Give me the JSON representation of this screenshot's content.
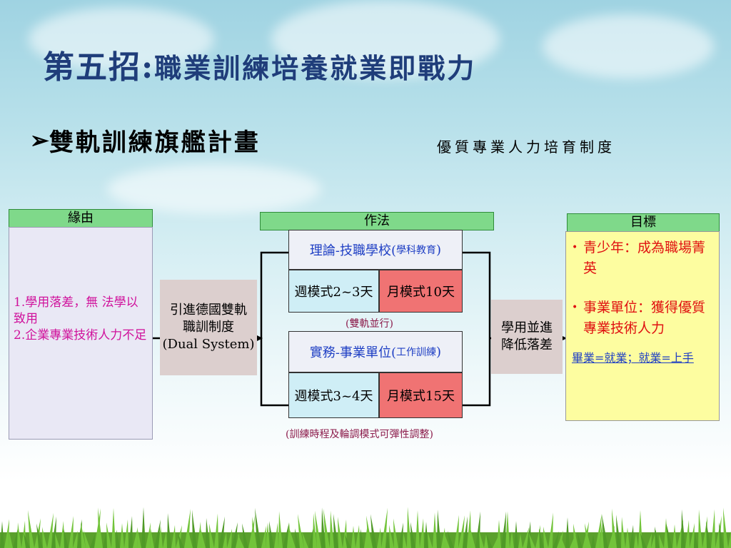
{
  "slide": {
    "title_prefix": "第五招:",
    "title_main": "職業訓練培養就業即戰力",
    "subtitle": "雙軌訓練旗艦計畫",
    "tagline": "優質專業人力培育制度"
  },
  "reason": {
    "header": "緣由",
    "line1": "1.學用落差，無 法學以致用",
    "line2": "2.企業專業技術人力不足"
  },
  "intro": {
    "line1": "引進德國雙軌",
    "line2": "職訓制度",
    "line3": "(Dual System)"
  },
  "method": {
    "header": "作法",
    "theory_label": "理論-技職學校(",
    "theory_small": "學科教育",
    "theory_close": ")",
    "theory_week": "週模式2~3天",
    "theory_month": "月模式10天",
    "parallel_note": "(雙軌並行)",
    "practice_label": "實務-事業單位(",
    "practice_small": "工作訓練",
    "practice_close": ")",
    "practice_week": "週模式3~4天",
    "practice_month": "月模式15天",
    "flex_note": "(訓練時程及輪調模式可彈性調整)"
  },
  "reduce": {
    "line1": "學用並進",
    "line2": "降低落差"
  },
  "goal": {
    "header": "目標",
    "item1": "青少年：成為職場菁英",
    "item2": "事業單位：獲得優質專業技術人力",
    "bottom": "畢業=就業；就業=上手",
    "bullet": "•"
  },
  "icons": {
    "bullet": "➢"
  },
  "colors": {
    "title": "#1f3d7a",
    "header_green": "#7fd98a",
    "reason_text": "#d0129c",
    "blue_text": "#1f3fc4",
    "goal_bg": "#fdfda0",
    "goal_text": "#e01010",
    "month_red": "#f07373",
    "week_cyan": "#cfeef6"
  }
}
